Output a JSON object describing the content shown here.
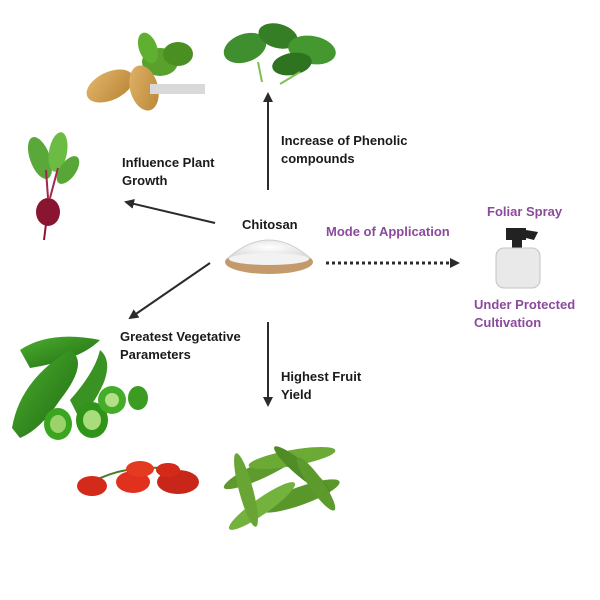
{
  "center": {
    "label": "Chitosan"
  },
  "effects": {
    "phenolic": "Increase of Phenolic compounds",
    "growth": "Influence Plant Growth",
    "vegetative": "Greatest Vegetative Parameters",
    "yield": "Highest Fruit Yield"
  },
  "application": {
    "label": "Mode of Application",
    "method": "Foliar Spray",
    "condition": "Under Protected Cultivation"
  },
  "colors": {
    "arrow": "#2b2b2b",
    "accent": "#8b4a9c"
  },
  "icons": [
    "potato-icon",
    "spinach-icon",
    "beetroot-icon",
    "chitosan-bowl-icon",
    "spray-bottle-icon",
    "pepper-icon",
    "tomato-icon",
    "okra-icon"
  ]
}
